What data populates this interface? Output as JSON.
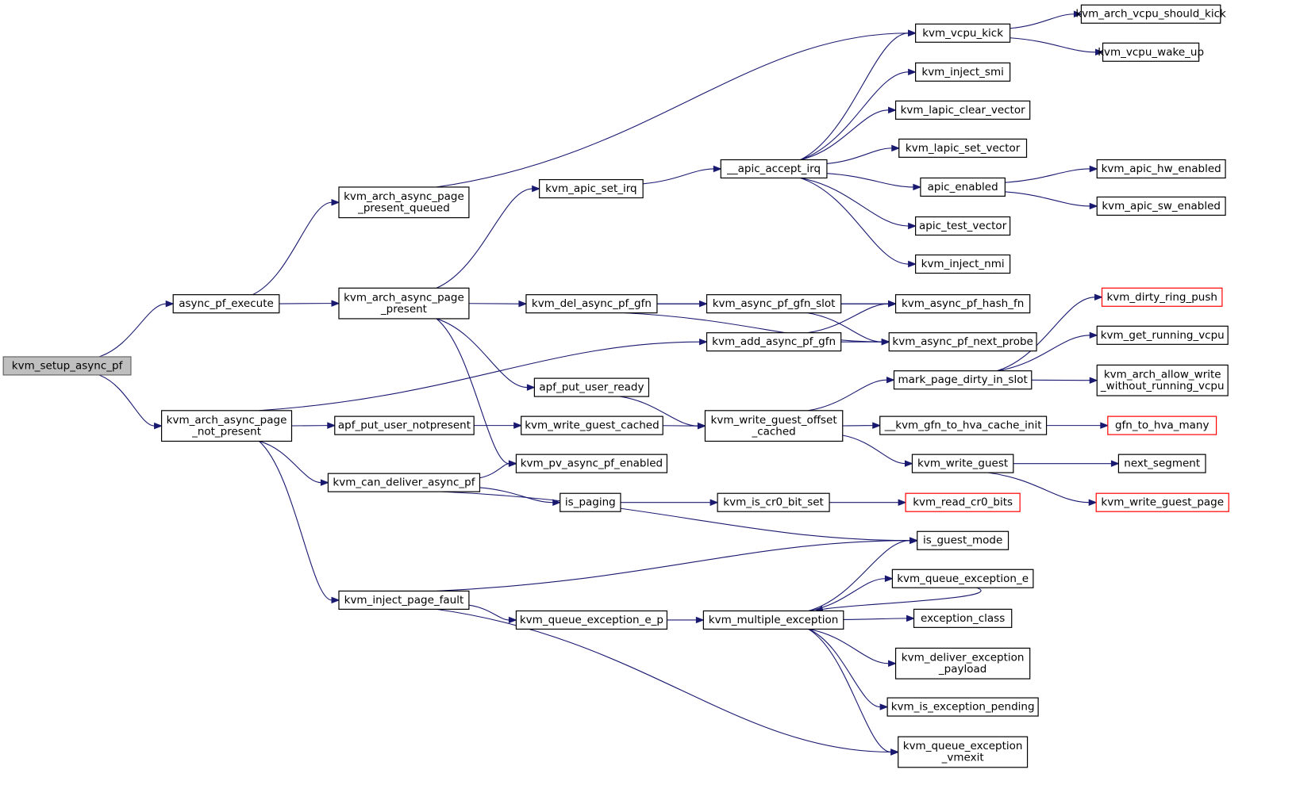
{
  "nodes": {
    "n_setup": {
      "lines": [
        "kvm_setup_async_pf"
      ],
      "root": true
    },
    "n_exec": {
      "lines": [
        "async_pf_execute"
      ]
    },
    "n_notpresent": {
      "lines": [
        "kvm_arch_async_page",
        "_not_present"
      ]
    },
    "n_queued": {
      "lines": [
        "kvm_arch_async_page",
        "_present_queued"
      ]
    },
    "n_present": {
      "lines": [
        "kvm_arch_async_page",
        "_present"
      ]
    },
    "n_notpresent2": {
      "lines": [
        "apf_put_user_notpresent"
      ]
    },
    "n_candeliver": {
      "lines": [
        "kvm_can_deliver_async_pf"
      ]
    },
    "n_injectpf": {
      "lines": [
        "kvm_inject_page_fault"
      ]
    },
    "n_setirq": {
      "lines": [
        "kvm_apic_set_irq"
      ]
    },
    "n_delgfn": {
      "lines": [
        "kvm_del_async_pf_gfn"
      ]
    },
    "n_userready": {
      "lines": [
        "apf_put_user_ready"
      ]
    },
    "n_wgc": {
      "lines": [
        "kvm_write_guest_cached"
      ]
    },
    "n_pvenabled": {
      "lines": [
        "kvm_pv_async_pf_enabled"
      ]
    },
    "n_ispaging": {
      "lines": [
        "is_paging"
      ]
    },
    "n_qep": {
      "lines": [
        "kvm_queue_exception_e_p"
      ]
    },
    "n_acceptirq": {
      "lines": [
        "__apic_accept_irq"
      ]
    },
    "n_gfnslot": {
      "lines": [
        "kvm_async_pf_gfn_slot"
      ]
    },
    "n_addgfn": {
      "lines": [
        "kvm_add_async_pf_gfn"
      ]
    },
    "n_wgoc": {
      "lines": [
        "kvm_write_guest_offset",
        "_cached"
      ]
    },
    "n_cr0set": {
      "lines": [
        "kvm_is_cr0_bit_set"
      ]
    },
    "n_multexc": {
      "lines": [
        "kvm_multiple_exception"
      ]
    },
    "n_vcpukick": {
      "lines": [
        "kvm_vcpu_kick"
      ]
    },
    "n_injsmi": {
      "lines": [
        "kvm_inject_smi"
      ]
    },
    "n_lapicclear": {
      "lines": [
        "kvm_lapic_clear_vector"
      ]
    },
    "n_lapicset": {
      "lines": [
        "kvm_lapic_set_vector"
      ]
    },
    "n_apicen": {
      "lines": [
        "apic_enabled"
      ]
    },
    "n_apictest": {
      "lines": [
        "apic_test_vector"
      ]
    },
    "n_injnmi": {
      "lines": [
        "kvm_inject_nmi"
      ]
    },
    "n_hashfn": {
      "lines": [
        "kvm_async_pf_hash_fn"
      ]
    },
    "n_nextprobe": {
      "lines": [
        "kvm_async_pf_next_probe"
      ]
    },
    "n_markdirty": {
      "lines": [
        "mark_page_dirty_in_slot"
      ]
    },
    "n_gfnhva": {
      "lines": [
        "__kvm_gfn_to_hva_cache_init"
      ]
    },
    "n_wguest": {
      "lines": [
        "kvm_write_guest"
      ]
    },
    "n_readcr0": {
      "lines": [
        "kvm_read_cr0_bits"
      ],
      "red": true
    },
    "n_guestmode": {
      "lines": [
        "is_guest_mode"
      ]
    },
    "n_qee": {
      "lines": [
        "kvm_queue_exception_e"
      ]
    },
    "n_excclass": {
      "lines": [
        "exception_class"
      ]
    },
    "n_delivpay": {
      "lines": [
        "kvm_deliver_exception",
        "_payload"
      ]
    },
    "n_excpend": {
      "lines": [
        "kvm_is_exception_pending"
      ]
    },
    "n_qevmexit": {
      "lines": [
        "kvm_queue_exception",
        "_vmexit"
      ]
    },
    "n_shouldkick": {
      "lines": [
        "kvm_arch_vcpu_should_kick"
      ]
    },
    "n_wakeup": {
      "lines": [
        "kvm_vcpu_wake_up"
      ]
    },
    "n_hwen": {
      "lines": [
        "kvm_apic_hw_enabled"
      ]
    },
    "n_swen": {
      "lines": [
        "kvm_apic_sw_enabled"
      ]
    },
    "n_ringpush": {
      "lines": [
        "kvm_dirty_ring_push"
      ],
      "red": true
    },
    "n_runvcpu": {
      "lines": [
        "kvm_get_running_vcpu"
      ]
    },
    "n_allowwrite": {
      "lines": [
        "kvm_arch_allow_write",
        "_without_running_vcpu"
      ]
    },
    "n_hvamany": {
      "lines": [
        "gfn_to_hva_many"
      ],
      "red": true
    },
    "n_nextseg": {
      "lines": [
        "next_segment"
      ]
    },
    "n_wguestpage": {
      "lines": [
        "kvm_write_guest_page"
      ],
      "red": true
    }
  },
  "edges": [
    [
      "n_setup",
      "n_exec"
    ],
    [
      "n_setup",
      "n_notpresent"
    ],
    [
      "n_exec",
      "n_queued"
    ],
    [
      "n_exec",
      "n_present"
    ],
    [
      "n_queued",
      "n_vcpukick"
    ],
    [
      "n_present",
      "n_setirq"
    ],
    [
      "n_present",
      "n_delgfn"
    ],
    [
      "n_present",
      "n_userready"
    ],
    [
      "n_present",
      "n_pvenabled"
    ],
    [
      "n_notpresent",
      "n_addgfn"
    ],
    [
      "n_notpresent",
      "n_notpresent2"
    ],
    [
      "n_notpresent",
      "n_candeliver"
    ],
    [
      "n_notpresent",
      "n_injectpf"
    ],
    [
      "n_notpresent2",
      "n_wgc"
    ],
    [
      "n_candeliver",
      "n_pvenabled"
    ],
    [
      "n_candeliver",
      "n_ispaging"
    ],
    [
      "n_candeliver",
      "n_guestmode"
    ],
    [
      "n_injectpf",
      "n_guestmode"
    ],
    [
      "n_injectpf",
      "n_qep"
    ],
    [
      "n_injectpf",
      "n_qevmexit"
    ],
    [
      "n_setirq",
      "n_acceptirq"
    ],
    [
      "n_delgfn",
      "n_hashfn"
    ],
    [
      "n_delgfn",
      "n_gfnslot"
    ],
    [
      "n_delgfn",
      "n_nextprobe"
    ],
    [
      "n_userready",
      "n_wgoc"
    ],
    [
      "n_wgc",
      "n_wgoc"
    ],
    [
      "n_ispaging",
      "n_cr0set"
    ],
    [
      "n_qep",
      "n_multexc"
    ],
    [
      "n_acceptirq",
      "n_vcpukick"
    ],
    [
      "n_acceptirq",
      "n_injsmi"
    ],
    [
      "n_acceptirq",
      "n_lapicclear"
    ],
    [
      "n_acceptirq",
      "n_lapicset"
    ],
    [
      "n_acceptirq",
      "n_apicen"
    ],
    [
      "n_acceptirq",
      "n_apictest"
    ],
    [
      "n_acceptirq",
      "n_injnmi"
    ],
    [
      "n_gfnslot",
      "n_hashfn"
    ],
    [
      "n_gfnslot",
      "n_nextprobe"
    ],
    [
      "n_addgfn",
      "n_hashfn"
    ],
    [
      "n_addgfn",
      "n_nextprobe"
    ],
    [
      "n_wgoc",
      "n_markdirty"
    ],
    [
      "n_wgoc",
      "n_gfnhva"
    ],
    [
      "n_wgoc",
      "n_wguest"
    ],
    [
      "n_cr0set",
      "n_readcr0"
    ],
    [
      "n_multexc",
      "n_guestmode"
    ],
    [
      "n_multexc",
      "n_qee"
    ],
    [
      "n_multexc",
      "n_excclass"
    ],
    [
      "n_multexc",
      "n_delivpay"
    ],
    [
      "n_multexc",
      "n_excpend"
    ],
    [
      "n_multexc",
      "n_qevmexit"
    ],
    [
      "n_qee",
      "n_multexc"
    ],
    [
      "n_vcpukick",
      "n_shouldkick"
    ],
    [
      "n_vcpukick",
      "n_wakeup"
    ],
    [
      "n_apicen",
      "n_hwen"
    ],
    [
      "n_apicen",
      "n_swen"
    ],
    [
      "n_markdirty",
      "n_ringpush"
    ],
    [
      "n_markdirty",
      "n_runvcpu"
    ],
    [
      "n_markdirty",
      "n_allowwrite"
    ],
    [
      "n_gfnhva",
      "n_hvamany"
    ],
    [
      "n_wguest",
      "n_nextseg"
    ],
    [
      "n_wguest",
      "n_wguestpage"
    ]
  ]
}
